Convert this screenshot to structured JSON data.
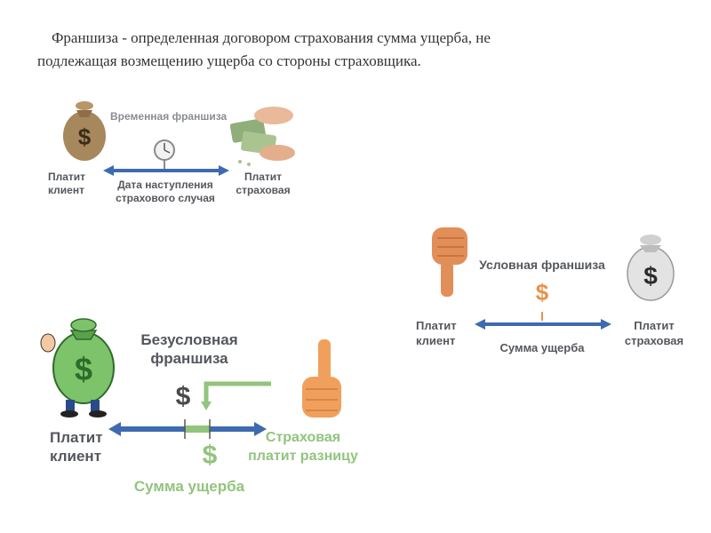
{
  "intro": {
    "line1": "Франшиза - определенная договором страхования сумма ущерба, не",
    "line2": "подлежащая возмещению ущерба со стороны страховщика."
  },
  "panel_time": {
    "title": "Временная франшиза",
    "left_label": "Платит\nклиент",
    "right_label": "Платит\nстраховая",
    "bottom_label": "Дата наступления\nстрахового случая",
    "icons": [
      "money-bag-icon",
      "clock-icon",
      "hands-money-icon"
    ]
  },
  "panel_conditional": {
    "title": "Условная франшиза",
    "left_label": "Платит\nклиент",
    "right_label": "Платит\nстраховая",
    "bottom_label": "Сумма ущерба",
    "dollar": "$",
    "icons": [
      "thumbs-down-icon",
      "money-bag-icon"
    ]
  },
  "panel_unconditional": {
    "title": "Безусловная\nфраншиза",
    "left_label": "Платит\nклиент",
    "right_label": "Страховая\nплатит разницу",
    "bottom_label": "Сумма ущерба",
    "dollar_top": "$",
    "dollar_bottom": "$",
    "icons": [
      "money-bag-character-icon",
      "thumbs-up-icon"
    ]
  },
  "colors": {
    "arrow": "#3e6bb0",
    "label_gray": "#54575c",
    "accent_green": "#92c47d",
    "dollar_orange": "#e8924a"
  }
}
